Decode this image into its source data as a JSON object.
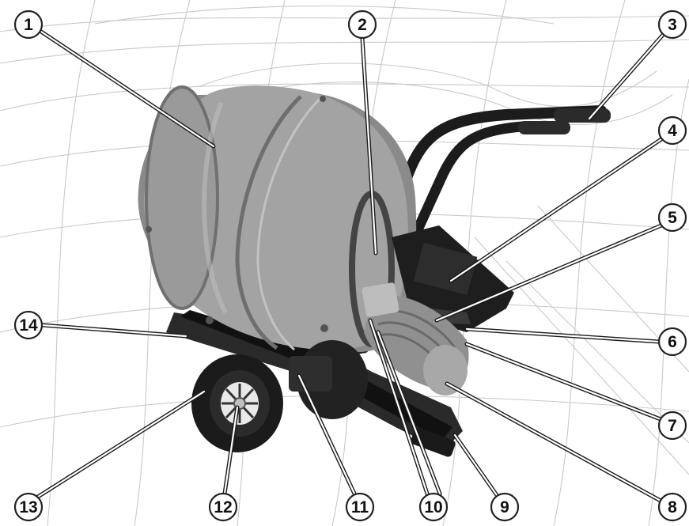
{
  "diagram": {
    "callouts": [
      {
        "number": "1"
      },
      {
        "number": "2"
      },
      {
        "number": "3"
      },
      {
        "number": "4"
      },
      {
        "number": "5"
      },
      {
        "number": "6"
      },
      {
        "number": "7"
      },
      {
        "number": "8"
      },
      {
        "number": "9"
      },
      {
        "number": "10"
      },
      {
        "number": "11"
      },
      {
        "number": "12"
      },
      {
        "number": "13"
      },
      {
        "number": "14"
      }
    ]
  }
}
